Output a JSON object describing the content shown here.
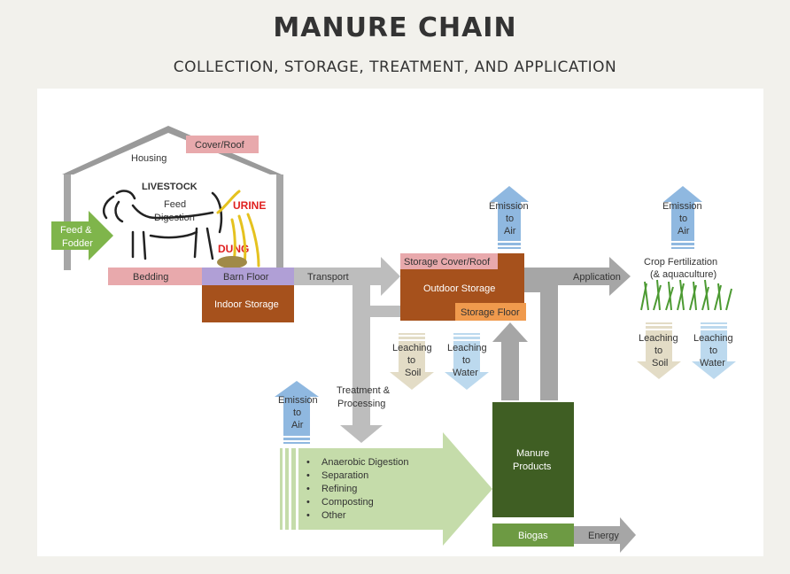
{
  "header": {
    "title": "MANURE CHAIN",
    "subtitle": "COLLECTION, STORAGE, TREATMENT, AND APPLICATION"
  },
  "house": {
    "housing": "Housing",
    "cover_roof": "Cover/Roof",
    "livestock": "LIVESTOCK",
    "feed_digestion": [
      "Feed",
      "Digestion"
    ],
    "urine": "URINE",
    "dung": "DUNG",
    "feed_fodder": [
      "Feed  &",
      "Fodder"
    ],
    "bedding": "Bedding",
    "barn_floor": "Barn Floor",
    "indoor_storage": "Indoor Storage"
  },
  "flow": {
    "transport": "Transport",
    "storage_cover_roof": "Storage Cover/Roof",
    "outdoor_storage": "Outdoor Storage",
    "storage_floor": "Storage Floor",
    "application": "Application",
    "treatment_processing": [
      "Treatment &",
      "Processing"
    ],
    "emission_to_air": [
      "Emission",
      "to",
      "Air"
    ],
    "leaching_to_soil": [
      "Leaching",
      "to",
      "Soil"
    ],
    "leaching_to_water": [
      "Leaching",
      "to",
      "Water"
    ],
    "crop_fertilization": [
      "Crop Fertilization",
      "(& aquaculture)"
    ],
    "treatment_list": [
      "Anaerobic Digestion",
      "Separation",
      "Refining",
      "Composting",
      "Other"
    ],
    "manure_products": [
      "Manure",
      "Products"
    ],
    "biogas": "Biogas",
    "energy": "Energy"
  },
  "colors": {
    "pink": "#e8a9ac",
    "purple": "#b09fd6",
    "brown": "#a6511c",
    "orange": "#f09a4d",
    "gray_arrow": "#bdbdbd",
    "dark_gray_arrow": "#a6a6a6",
    "green_arrow": "#7fb54b",
    "light_green": "#c5dcaa",
    "dark_green": "#3f5e23",
    "mid_green": "#6d9a43",
    "blue_arrow": "#8fb8e0",
    "light_blue_arrow": "#bcd9ee",
    "tan_arrow": "#e3dcc6",
    "urine_text": "#e0201f"
  }
}
